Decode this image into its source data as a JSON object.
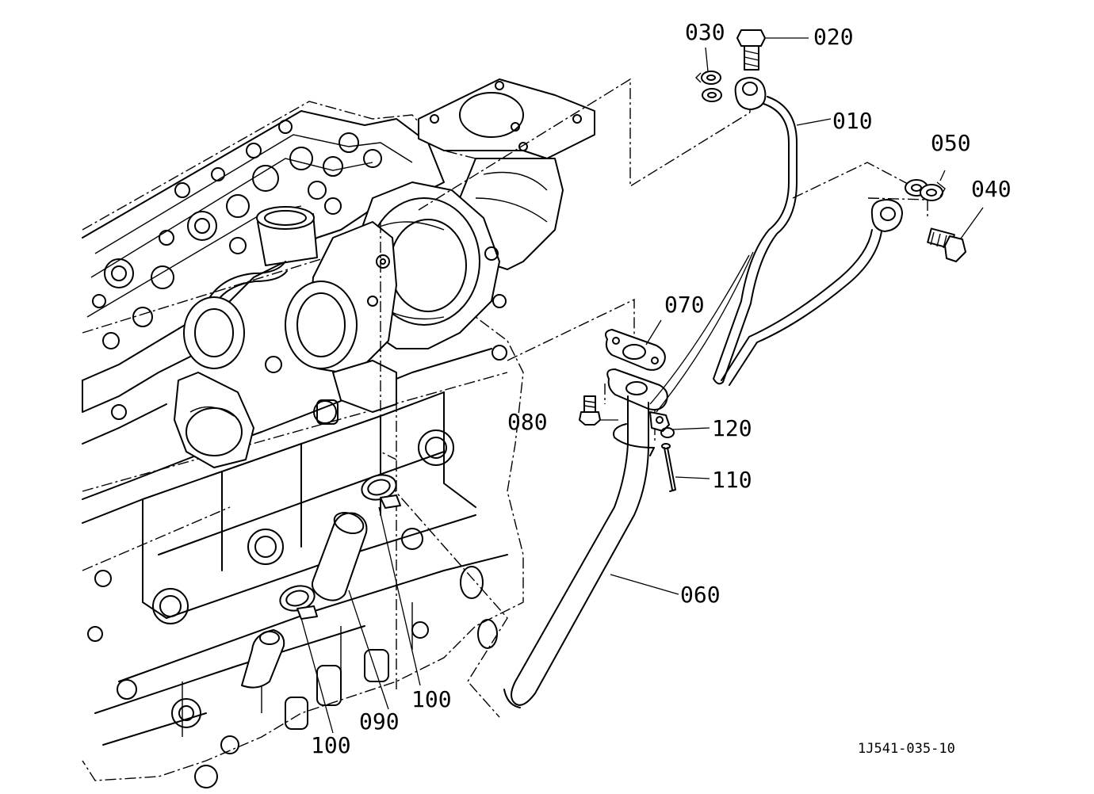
{
  "callouts": {
    "p010": "010",
    "p020": "020",
    "p030": "030",
    "p040": "040",
    "p050": "050",
    "p060": "060",
    "p070": "070",
    "p080": "080",
    "p090": "090",
    "p100a": "100",
    "p100b": "100",
    "p110": "110",
    "p120": "120"
  },
  "drawing_code": "1J541-035-10"
}
